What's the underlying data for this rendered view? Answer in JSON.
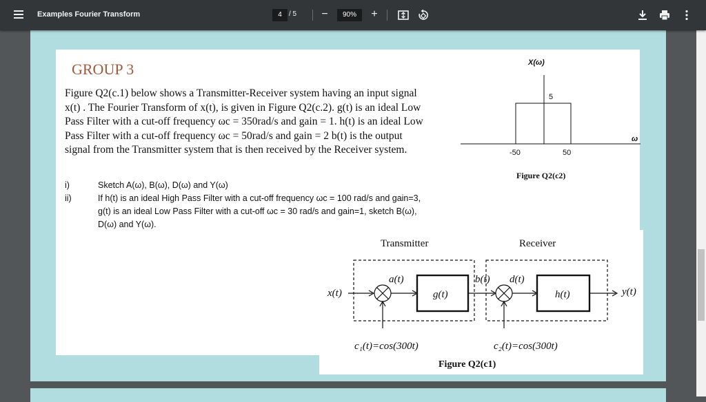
{
  "toolbar": {
    "title": "Examples Fourier Transform",
    "current_page": "4",
    "total_pages": "/ 5",
    "zoom": "90%",
    "zoom_out": "−",
    "zoom_in": "+"
  },
  "document": {
    "group_title": "GROUP 3",
    "paragraph": "Figure Q2(c.1) below shows a Transmitter-Receiver system having an input signal x(t) . The Fourier Transform of x(t), is given in Figure Q2(c.2). g(t) is an ideal Low Pass Filter with a cut-off frequency ωc = 350rad/s and gain = 1. h(t) is an ideal Low Pass Filter with a cut-off frequency ωc = 50rad/s and gain = 2 b(t) is the output signal from the Transmitter system that is then received by the Receiver system.",
    "q1_num": "i)",
    "q1_text": "Sketch A(ω), B(ω), D(ω) and Y(ω)",
    "q2_num": "ii)",
    "q2_line1": "If h(t) is an ideal High Pass Filter with a cut-off frequency ωc = 100 rad/s and gain=3,",
    "q2_line2": "g(t) is an ideal Low Pass Filter with a cut-off ωc = 30 rad/s and gain=1, sketch B(ω),",
    "q2_line3": "D(ω) and Y(ω)."
  },
  "spectrum_figure": {
    "y_label": "X(ω)",
    "x_label": "ω",
    "amplitude_label": "5",
    "tick_neg": "-50",
    "tick_pos": "50",
    "caption": "Figure Q2(c2)"
  },
  "block_diagram": {
    "transmitter_label": "Transmitter",
    "receiver_label": "Receiver",
    "input_label": "x(t)",
    "a_label": "a(t)",
    "g_label": "g(t)",
    "b_label": "b(t)",
    "d_label": "d(t)",
    "h_label": "h(t)",
    "output_label": "y(t)",
    "c1_label": "c₁(t)=cos(300t)",
    "c2_label": "c₂(t)=cos(300t)",
    "caption": "Figure Q2(c1)"
  },
  "icons": [
    "menu-icon",
    "fit-page-icon",
    "rotate-icon",
    "download-icon",
    "print-icon",
    "more-icon"
  ]
}
